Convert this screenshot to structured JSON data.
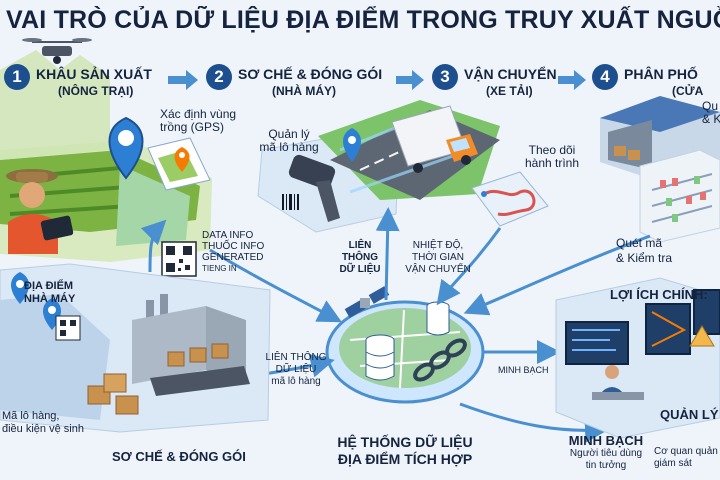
{
  "title": "VAI TRÒ CỦA DỮ LIỆU ĐỊA ĐIỂM TRONG TRUY XUẤT NGUỒN",
  "steps": [
    {
      "num": "1",
      "title": "KHÂU SẢN XUẤT",
      "sub": "(NÔNG TRẠI)"
    },
    {
      "num": "2",
      "title": "SƠ CHẾ & ĐÓNG GÓI",
      "sub": "(NHÀ MÁY)"
    },
    {
      "num": "3",
      "title": "VẬN CHUYỂN",
      "sub": "(XE TẢI)"
    },
    {
      "num": "4",
      "title": "PHÂN PHỐ",
      "sub": "(CỬA"
    }
  ],
  "labels": {
    "gps_line1": "Xác định vùng",
    "gps_line2": "trồng (GPS)",
    "batch_line1": "Quản lý",
    "batch_line2": "mã lô hàng",
    "track_line1": "Theo dõi",
    "track_line2": "hành trình",
    "data_line1": "DATA INFO",
    "data_line2": "THUỐC INFO",
    "data_line3": "GENERATED",
    "data_line4": "TIENG IN",
    "factory_line1": "ĐỊA ĐIỂM",
    "factory_line2": "NHÀ MÁY",
    "link1_line1": "LIÊN",
    "link1_line2": "THÔNG",
    "link1_line3": "DỮ LIỆU",
    "temp_line1": "NHIỆT ĐỘ,",
    "temp_line2": "THỜI GIAN",
    "temp_line3": "VẬN CHUYỂN",
    "scan_line1": "Quét mã",
    "scan_line2": "& Kiểm tra",
    "benefits": "LỢI ÍCH CHÍNH:",
    "link2_line1": "LIÊN THÔNG",
    "link2_line2": "DỮ LIỆU",
    "link2_line3": "mã lô hàng",
    "transparency_small": "MINH BẠCH",
    "hygiene_line1": "Mã lô hàng,",
    "hygiene_line2": "điều kiện vệ sinh",
    "processing_bottom": "SƠ CHẾ & ĐÓNG GÓI",
    "system_line1": "HỆ THỐNG DỮ LIỆU",
    "system_line2": "ĐỊA ĐIỂM TÍCH HỢP",
    "transparency_big": "MINH BẠCH",
    "consumer_line1": "Người tiêu dùng",
    "consumer_line2": "tin tưởng",
    "manage": "QUẢN LÝ",
    "gov_line1": "Cơ quan quản",
    "gov_line2": "giám sát",
    "retail_q": "Qu",
    "retail_k": "& K"
  }
}
